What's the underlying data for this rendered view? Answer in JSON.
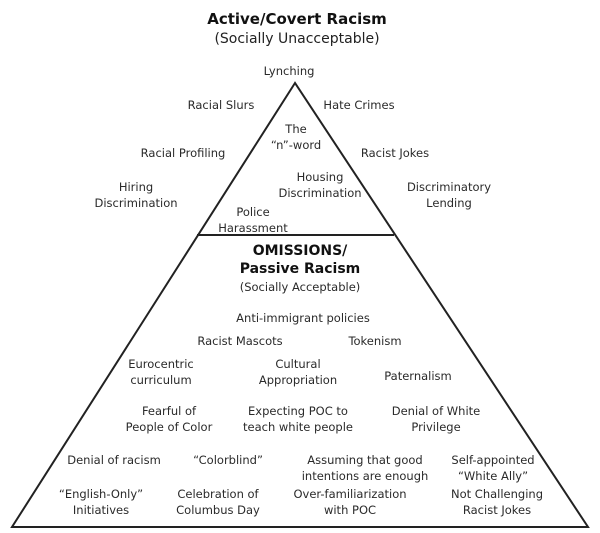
{
  "header": {
    "title": "Active/Covert Racism",
    "subtitle": "(Socially Unacceptable)"
  },
  "top": {
    "lynching": "Lynching",
    "racial_slurs": "Racial Slurs",
    "hate_crimes": "Hate Crimes",
    "n_word": "The\n“n”-word",
    "racial_profiling": "Racial Profiling",
    "racist_jokes": "Racist Jokes",
    "housing_discrimination": "Housing\nDiscrimination",
    "hiring_discrimination": "Hiring\nDiscrimination",
    "discriminatory_lending": "Discriminatory\nLending",
    "police_harassment": "Police\nHarassment"
  },
  "bottom": {
    "heading": "OMISSIONS/\nPassive Racism",
    "subheading": "(Socially Acceptable)",
    "anti_immigrant": "Anti-immigrant policies",
    "racist_mascots": "Racist Mascots",
    "tokenism": "Tokenism",
    "eurocentric": "Eurocentric\ncurriculum",
    "cultural_appropriation": "Cultural\nAppropriation",
    "paternalism": "Paternalism",
    "fearful": "Fearful of\nPeople of Color",
    "expecting_poc": "Expecting POC to\nteach white people",
    "denial_privilege": "Denial of White\nPrivilege",
    "denial_racism": "Denial of racism",
    "colorblind": "“Colorblind”",
    "good_intentions": "Assuming that good\nintentions are enough",
    "white_ally": "Self-appointed\n“White Ally”",
    "english_only": "“English-Only”\nInitiatives",
    "columbus_day": "Celebration of\nColumbus Day",
    "over_familiarization": "Over-familiarization\nwith POC",
    "not_challenging": "Not Challenging\nRacist Jokes"
  },
  "colors": {
    "outline": "#222222",
    "text": "#2a2a2a"
  }
}
